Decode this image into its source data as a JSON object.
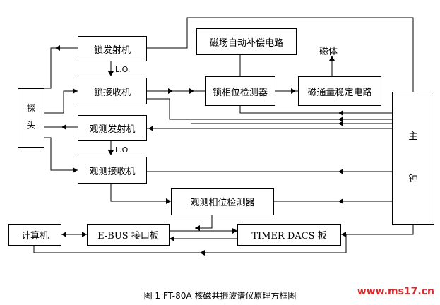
{
  "diagram": {
    "blocks": {
      "lock_tx": "锁发射机",
      "lock_rx": "锁接收机",
      "obs_tx": "观测发射机",
      "obs_rx": "观测接收机",
      "probe": [
        "探",
        "头"
      ],
      "field_comp": "磁场自动补偿电路",
      "lock_phase": "锁相位检测器",
      "flux_stab": "磁通量稳定电路",
      "obs_phase": "观测相位检测器",
      "clock": [
        "主",
        "钟"
      ],
      "computer": "计算机",
      "ebus": "E-BUS 接口板",
      "timer": "TIMER DACS 板"
    },
    "labels": {
      "lo_top": "L.O.",
      "lo_bottom": "L.O.",
      "magnet": "磁体"
    },
    "caption": "图 1 FT-80A 核磁共振波谱仪原理方框图",
    "watermark": "www.ms17.cn",
    "watermark_color": "#d62b2b"
  }
}
